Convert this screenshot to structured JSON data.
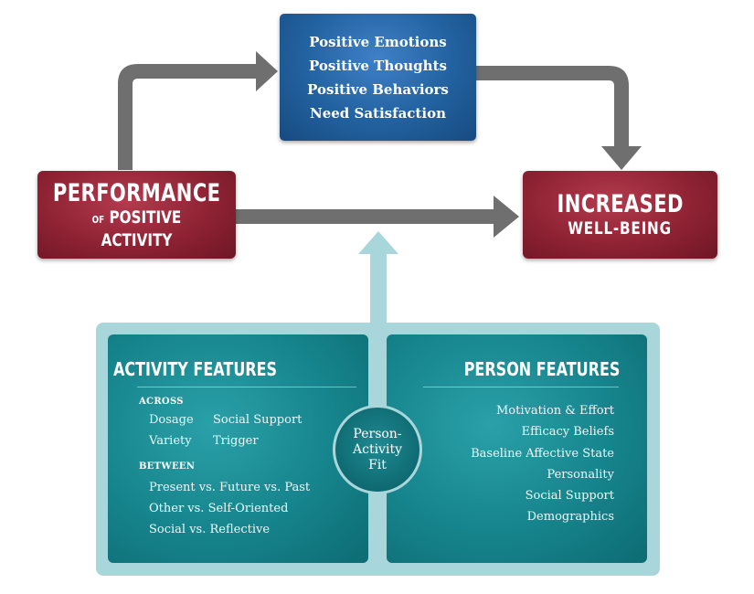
{
  "center_box": {
    "lines": [
      "Positive Emotions",
      "Positive Thoughts",
      "Positive Behaviors",
      "Need Satisfaction"
    ]
  },
  "left_box": {
    "title": "PERFORMANCE",
    "sub_prefix": "OF",
    "sub_main": "POSITIVE ACTIVITY"
  },
  "right_box": {
    "title": "INCREASED",
    "sub": "WELL-BEING"
  },
  "activity_panel": {
    "title": "ACTIVITY FEATURES",
    "across_label": "ACROSS",
    "across_items": [
      "Dosage",
      "Social Support",
      "Variety",
      "Trigger"
    ],
    "between_label": "BETWEEN",
    "between_items": [
      "Present vs. Future vs. Past",
      "Other vs. Self-Oriented",
      "Social vs. Reflective"
    ]
  },
  "person_panel": {
    "title": "PERSON FEATURES",
    "items": [
      "Motivation & Effort",
      "Efficacy Beliefs",
      "Baseline Affective State",
      "Personality",
      "Social Support",
      "Demographics"
    ]
  },
  "fit_circle": {
    "lines": [
      "Person-",
      "Activity",
      "Fit"
    ]
  },
  "colors": {
    "red": "#8e2233",
    "blue": "#22619f",
    "teal": "#16848c",
    "frame": "#a9d6da",
    "arrow": "#6f6f6f"
  }
}
